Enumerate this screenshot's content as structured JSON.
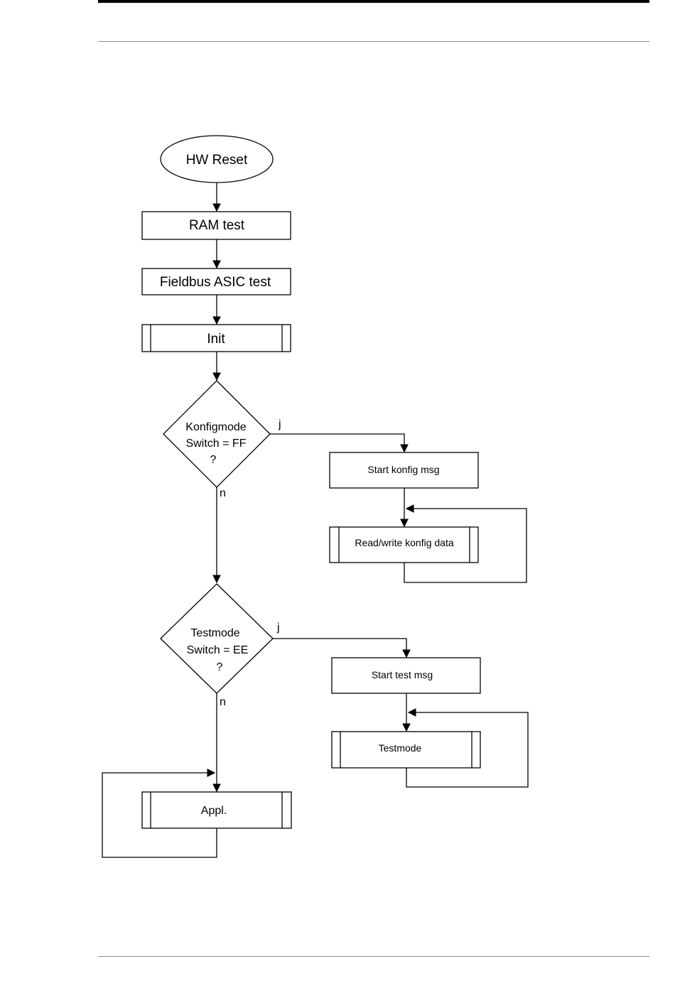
{
  "diagram": {
    "nodes": {
      "hw_reset": "HW Reset",
      "ram_test": "RAM test",
      "fieldbus_test": "Fieldbus ASIC test",
      "init": "Init",
      "konfig_decision": [
        "Konfigmode",
        "Switch = FF",
        "?"
      ],
      "start_konfig": "Start konfig msg",
      "rw_konfig": "Read/write konfig data",
      "test_decision": [
        "Testmode",
        "Switch = EE",
        "?"
      ],
      "start_test": "Start test msg",
      "testmode": "Testmode",
      "appl": "Appl."
    },
    "edge_labels": {
      "konfig_yes": "j",
      "konfig_no": "n",
      "test_yes": "j",
      "test_no": "n"
    }
  },
  "colors": {
    "line": "#000000",
    "fill": "#ffffff",
    "rule": "#888888"
  }
}
